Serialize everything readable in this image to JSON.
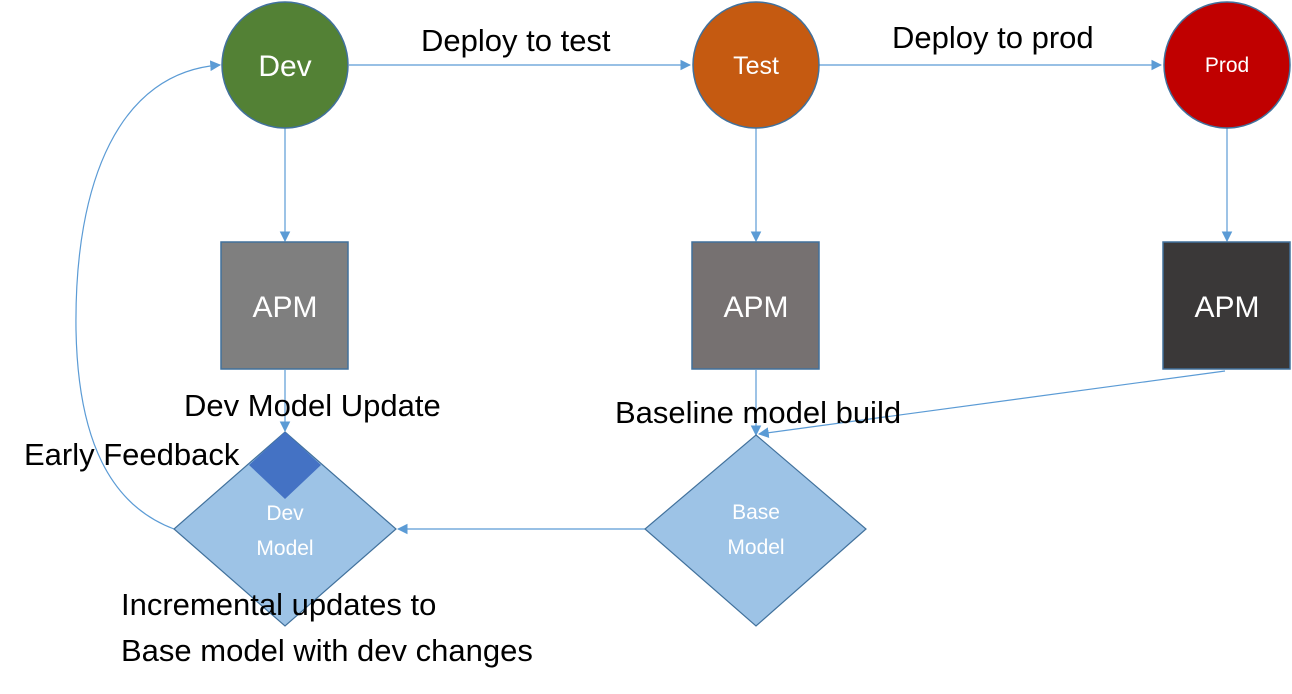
{
  "nodes": {
    "dev": {
      "label": "Dev",
      "color": "#538135"
    },
    "test": {
      "label": "Test",
      "color": "#c55a11"
    },
    "prod": {
      "label": "Prod",
      "color": "#c00000"
    },
    "apm_dev": {
      "label": "APM",
      "color": "#7f7f7f"
    },
    "apm_test": {
      "label": "APM",
      "color": "#767171"
    },
    "apm_prod": {
      "label": "APM",
      "color": "#3a3838"
    },
    "dev_model": {
      "line1": "Dev",
      "line2": "Model",
      "color": "#9dc3e6",
      "marker_color": "#4472c4"
    },
    "base_model": {
      "line1": "Base",
      "line2": "Model",
      "color": "#9dc3e6"
    }
  },
  "edges": {
    "deploy_test": "Deploy to test",
    "deploy_prod": "Deploy to prod",
    "dev_model_update": "Dev Model Update",
    "baseline_build": "Baseline model build",
    "early_feedback": "Early Feedback",
    "incremental_line1": "Incremental updates to",
    "incremental_line2": "Base model with dev changes"
  },
  "colors": {
    "connector": "#5b9bd5",
    "outline": "#41719c"
  }
}
